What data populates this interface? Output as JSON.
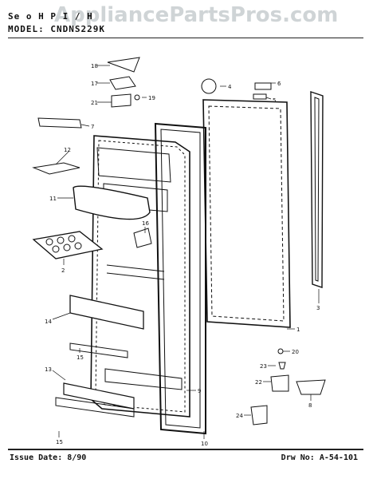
{
  "header": {
    "watermark": "AppliancePartsPros.com",
    "series_line": "Se  o    H  P   I  /  H",
    "model_line": "MODEL:  CNDNS229K"
  },
  "footer": {
    "issue_date": "Issue Date: 8/90",
    "drawing_number": "Drw No: A-54-101"
  },
  "callouts": [
    "1",
    "2",
    "3",
    "4",
    "5",
    "6",
    "7",
    "8",
    "9",
    "10",
    "11",
    "12",
    "13",
    "14",
    "15",
    "15",
    "16",
    "17",
    "18",
    "19",
    "20",
    "21",
    "22",
    "23",
    "24"
  ]
}
